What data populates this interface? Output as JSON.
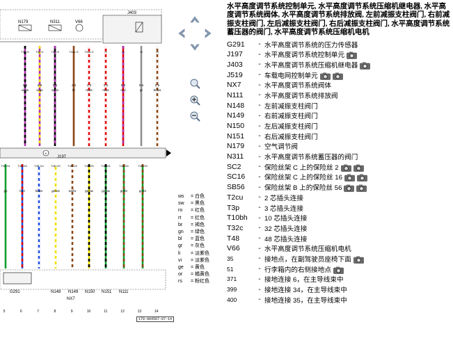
{
  "heading": "水平高度调节系统控制单元, 水平高度调节系统压缩机继电器, 水平高度调节系统阀体, 水平高度调节系统排放阀, 左前减振支柱阀门, 右前减振支柱阀门, 左后减振支柱阀门, 右后减振支柱阀门, 水平高度调节系统蓄压器的阀门, 水平高度调节系统压缩机电机",
  "entries": [
    {
      "code": "G291",
      "desc": "水平高度调节系统的压力传感器",
      "cams": 0
    },
    {
      "code": "J197",
      "desc": "水平高度调节系统控制单元",
      "cams": 1
    },
    {
      "code": "J403",
      "desc": "水平高度调节系统压缩机继电器",
      "cams": 1
    },
    {
      "code": "J519",
      "desc": "车载电网控制单元",
      "cams": 2
    },
    {
      "code": "NX7",
      "desc": "水平高度调节系统阀体",
      "cams": 0
    },
    {
      "code": "N111",
      "desc": "水平高度调节系统排放阀",
      "cams": 0
    },
    {
      "code": "N148",
      "desc": "左前减振支柱阀门",
      "cams": 0
    },
    {
      "code": "N149",
      "desc": "右前减振支柱阀门",
      "cams": 0
    },
    {
      "code": "N150",
      "desc": "左后减振支柱阀门",
      "cams": 0
    },
    {
      "code": "N151",
      "desc": "右后减振支柱阀门",
      "cams": 0
    },
    {
      "code": "N179",
      "desc": "空气调节阀",
      "cams": 0
    },
    {
      "code": "N311",
      "desc": "水平高度调节系统蓄压器的阀门",
      "cams": 0
    },
    {
      "code": "SC2",
      "desc": "保险丝架 C 上的保险丝 2",
      "cams": 2
    },
    {
      "code": "SC16",
      "desc": "保险丝架 C 上的保险丝 16",
      "cams": 2
    },
    {
      "code": "SB56",
      "desc": "保险丝架 B 上的保险丝 56",
      "cams": 2
    },
    {
      "code": "T2cu",
      "desc": "2 芯插头连接",
      "cams": 0
    },
    {
      "code": "T3p",
      "desc": "3 芯插头连接",
      "cams": 0
    },
    {
      "code": "T10bh",
      "desc": "10 芯插头连接",
      "cams": 0
    },
    {
      "code": "T32c",
      "desc": "32 芯插头连接",
      "cams": 0
    },
    {
      "code": "T48",
      "desc": "48 芯插头连接",
      "cams": 0
    },
    {
      "code": "V66",
      "desc": "水平高度调节系统压缩机电机",
      "cams": 0
    },
    {
      "code": "35",
      "desc": "接地点，在副驾驶员座椅下面",
      "cams": 1,
      "small": true
    },
    {
      "code": "51",
      "desc": "行李箱内的右侧接地点",
      "cams": 1,
      "small": true
    },
    {
      "code": "371",
      "desc": "接地连接 6，在主导线束中",
      "cams": 0,
      "small": true
    },
    {
      "code": "399",
      "desc": "接地连接 34，在主导线束中",
      "cams": 0,
      "small": true
    },
    {
      "code": "400",
      "desc": "接地连接 35，在主导线束中",
      "cams": 0,
      "small": true
    }
  ],
  "color_legend": [
    {
      "abbr": "ws",
      "name": "白色"
    },
    {
      "abbr": "sw",
      "name": "黑色"
    },
    {
      "abbr": "ro",
      "name": "红色"
    },
    {
      "abbr": "rt",
      "name": "红色"
    },
    {
      "abbr": "br",
      "name": "褐色"
    },
    {
      "abbr": "gn",
      "name": "绿色"
    },
    {
      "abbr": "bl",
      "name": "蓝色"
    },
    {
      "abbr": "gr",
      "name": "灰色"
    },
    {
      "abbr": "li",
      "name": "淡紫色"
    },
    {
      "abbr": "vi",
      "name": "淡紫色"
    },
    {
      "abbr": "ge",
      "name": "黄色"
    },
    {
      "abbr": "or",
      "name": "橘黄色"
    },
    {
      "abbr": "rs",
      "name": "粉红色"
    }
  ],
  "diagram": {
    "top_components": [
      "N179",
      "N311",
      "V66",
      "J403"
    ],
    "bus_label": "J197",
    "bottom_components": [
      "G291",
      "N148",
      "N149",
      "N150",
      "N151",
      "N111"
    ],
    "valve_block": "NX7",
    "top_wires": [
      {
        "pin": "T3p /2",
        "gauge": "0.5",
        "color": "vi/sw"
      },
      {
        "pin": "T3p /1",
        "gauge": "0.5",
        "color": "vi/ge"
      },
      {
        "pin": "T3p /3",
        "gauge": "0.5",
        "color": "sw/vi"
      },
      {
        "pin": "T2cu /2",
        "gauge": "4.0",
        "color": "br"
      },
      {
        "pin": "T2cu /1",
        "gauge": "4.0",
        "color": "rt/ws"
      },
      {
        "pin": "/1",
        "gauge": "0.5",
        "color": "rt/ws"
      },
      {
        "pin": "/6",
        "gauge": "0.5",
        "color": "rt/vi"
      },
      {
        "pin": "/8",
        "gauge": "0.5",
        "color": "gr"
      },
      {
        "pin": "/6",
        "gauge": "0.5",
        "color": "br/ws"
      }
    ],
    "bottom_wires": [
      {
        "pin": "T48 /11",
        "color": "gn"
      },
      {
        "pin": "T48 /16",
        "color": "bl/rt"
      },
      {
        "pin": "T48 /14",
        "color": "bl/ws"
      },
      {
        "pin": "T48 /22",
        "color": "ge/ws"
      },
      {
        "pin": "T48 /23",
        "color": "ws/br"
      },
      {
        "pin": "T48 /20",
        "color": "ge/sw"
      },
      {
        "pin": "T48 /21",
        "color": "gn/sw"
      },
      {
        "pin": "T48 /24",
        "color": "gn/br"
      },
      {
        "pin": "T48 /23",
        "color": "gn/br"
      }
    ],
    "column_numbers": [
      "5",
      "6",
      "7",
      "8",
      "9",
      "10",
      "11",
      "12",
      "13",
      "14"
    ],
    "footer_code": "170-004507-07-14"
  },
  "colors": {
    "wire_violet": "#b030b0",
    "wire_red": "#e00000",
    "wire_yellow": "#f0e000",
    "wire_blue": "#2050e0",
    "wire_green": "#10a030",
    "wire_brown": "#8b4513",
    "wire_black": "#000000",
    "wire_gray": "#909090"
  }
}
